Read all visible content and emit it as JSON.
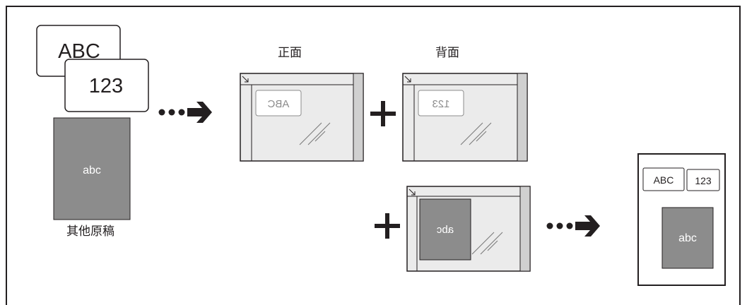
{
  "cards": {
    "card1_text": "ABC",
    "card2_text": "123"
  },
  "other_original": {
    "text": "abc",
    "caption": "其他原稿"
  },
  "glass": {
    "front_label": "正面",
    "back_label": "背面",
    "front_mirror_text": "ABC",
    "back_mirror_text": "123",
    "other_mirror_text": "abc"
  },
  "result": {
    "card1_text": "ABC",
    "card2_text": "123",
    "doc_text": "abc"
  },
  "symbols": {
    "plus": "+"
  },
  "colors": {
    "line": "#231f20",
    "glass_fill": "#ebebeb",
    "doc_gray": "#8c8c8c"
  }
}
